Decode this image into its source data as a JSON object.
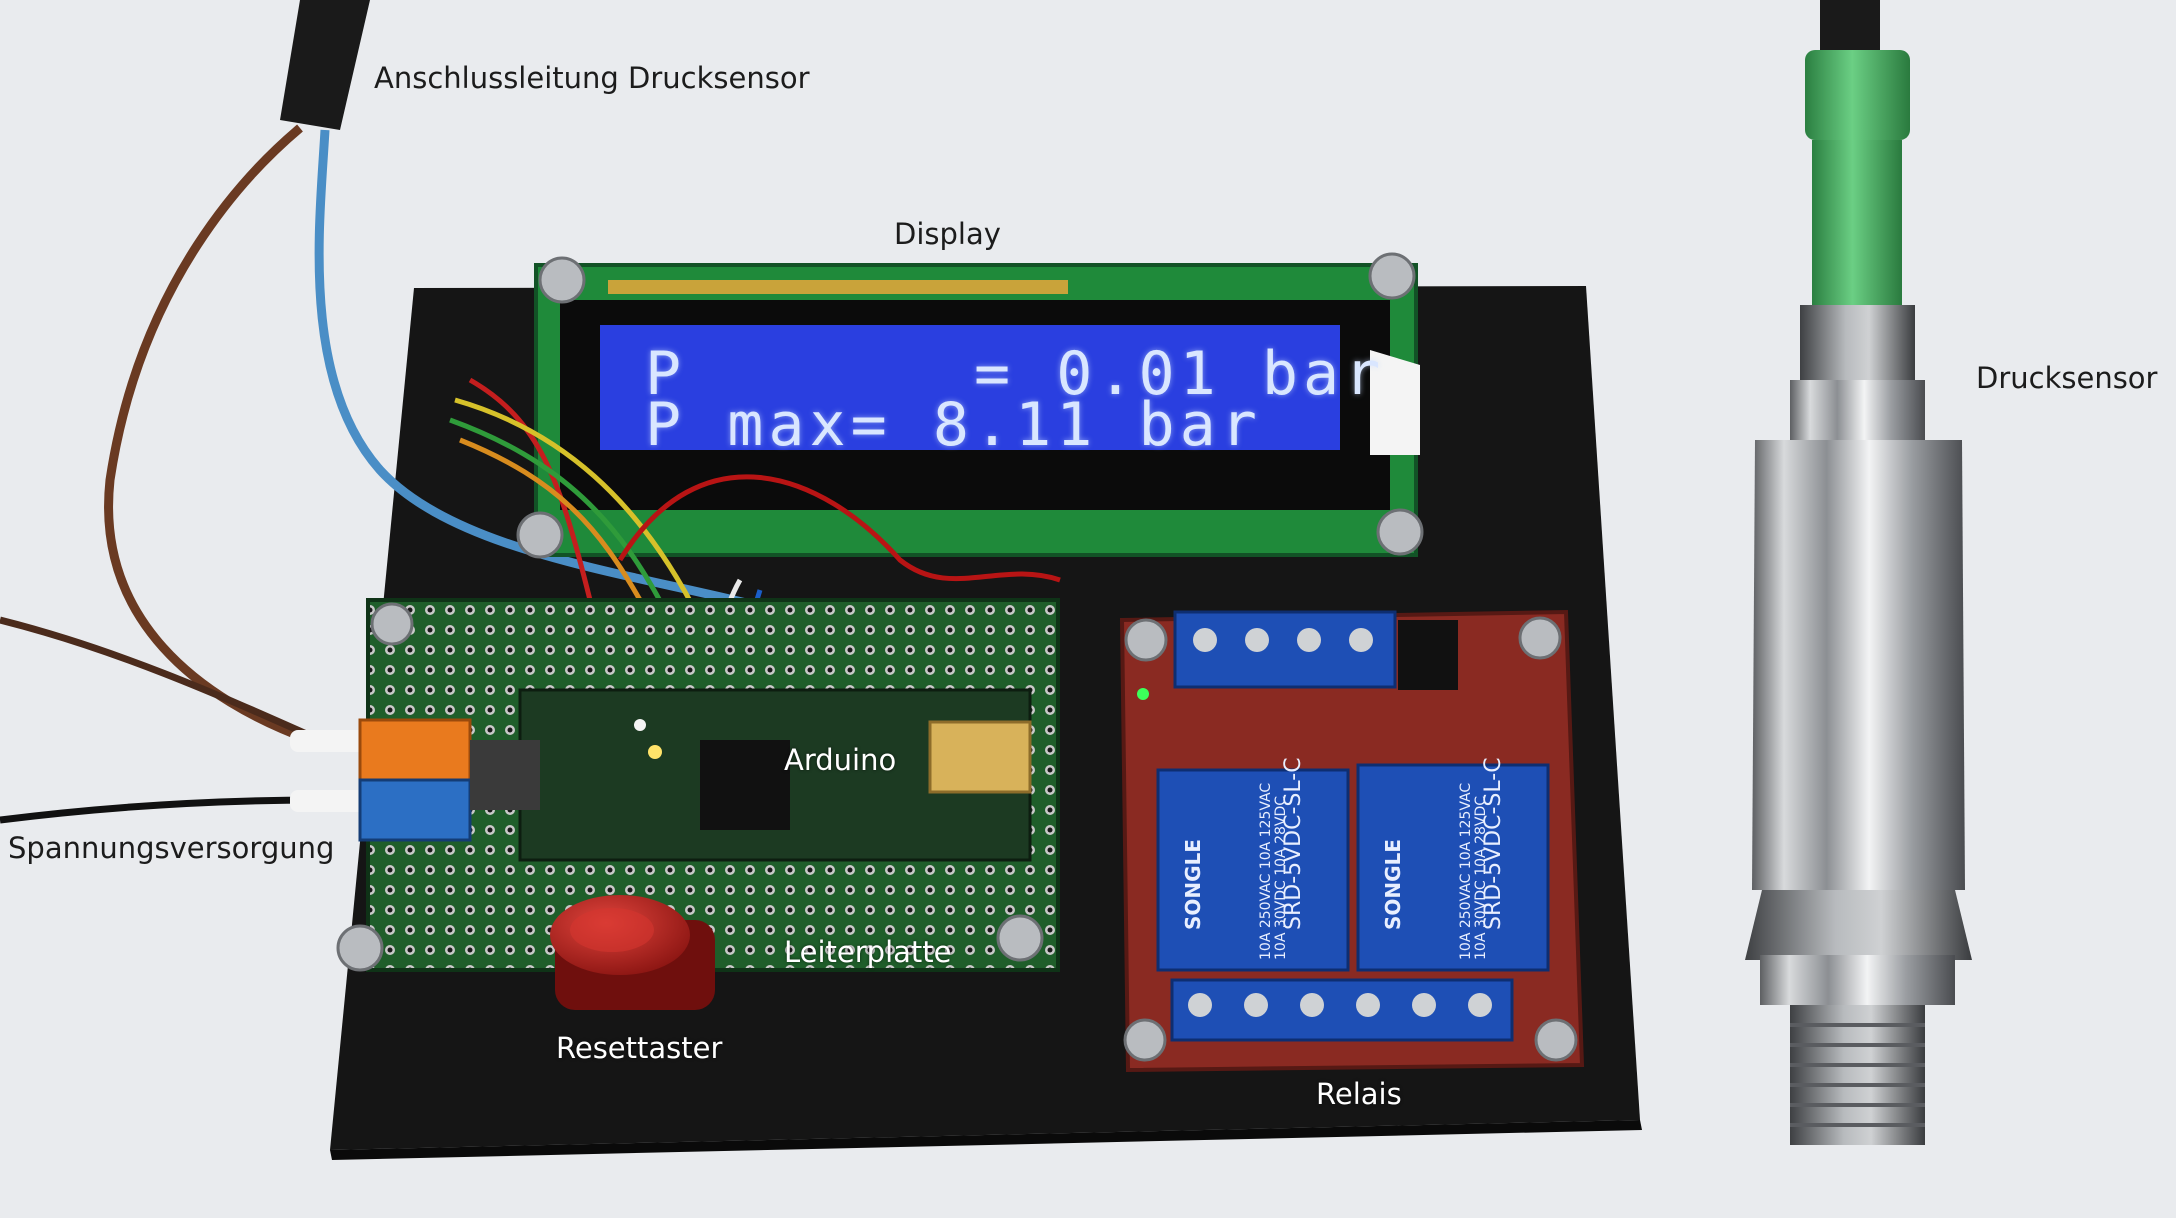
{
  "labels": {
    "cable": "Anschlussleitung Drucksensor",
    "display": "Display",
    "sensor": "Drucksensor",
    "power": "Spannungsversorgung",
    "arduino": "Arduino",
    "pcb": "Leiterplatte",
    "reset": "Resettaster",
    "relay": "Relais"
  },
  "lcd": {
    "line1": "P       = 0.01 bar",
    "line2": "P max= 8.11 bar"
  },
  "relay_text": {
    "brand": "SONGLE",
    "model": "SRD-5VDC-SL-C",
    "rating1": "10A 250VAC 10A 125VAC",
    "rating2": "10A 30VDC 10A 28VDC"
  },
  "colors": {
    "background": "#e9ebee",
    "lcd_screen": "#2a3fe0",
    "lcd_text": "#d9e6ff",
    "lcd_pcb": "#1f8a3a",
    "base_plate": "#151515",
    "relay_board": "#8a2a22",
    "relay_block": "#1e4fb5",
    "pcb_green": "#1f5e2a",
    "connector_green": "#3fae5a",
    "reset_button": "#b71c1c"
  }
}
